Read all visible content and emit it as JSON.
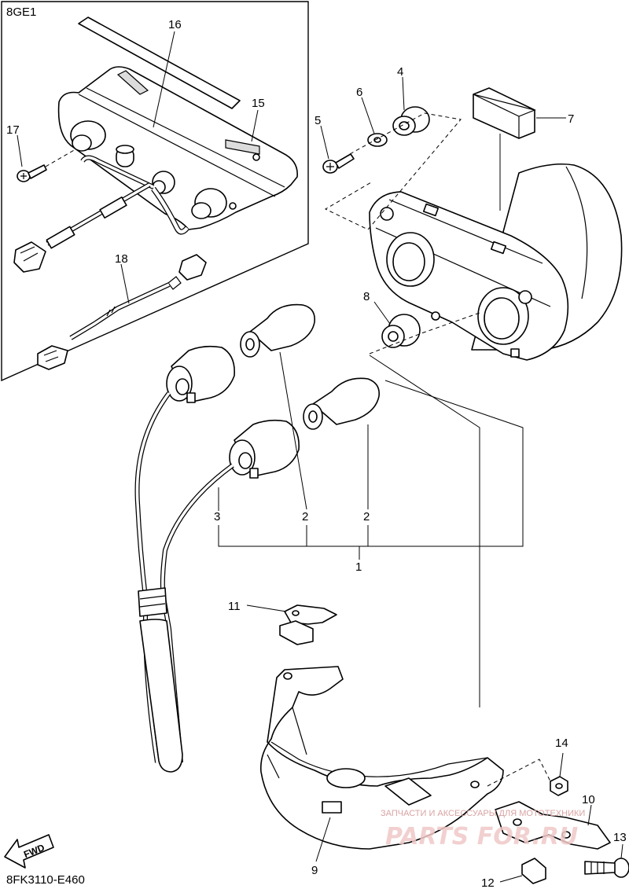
{
  "inset": {
    "code": "8GE1"
  },
  "diagram_code": "8FK3110-E460",
  "fwd_label": "FWD",
  "watermark": {
    "line1": "ЗАПЧАСТИ И АКСЕССУАРЫ ДЛЯ МОТОТЕХНИКИ",
    "line2": "PARTS FOR.RU"
  },
  "callouts": [
    "1",
    "2",
    "2",
    "3",
    "4",
    "5",
    "6",
    "7",
    "8",
    "9",
    "10",
    "11",
    "12",
    "13",
    "14",
    "15",
    "16",
    "17",
    "18"
  ]
}
